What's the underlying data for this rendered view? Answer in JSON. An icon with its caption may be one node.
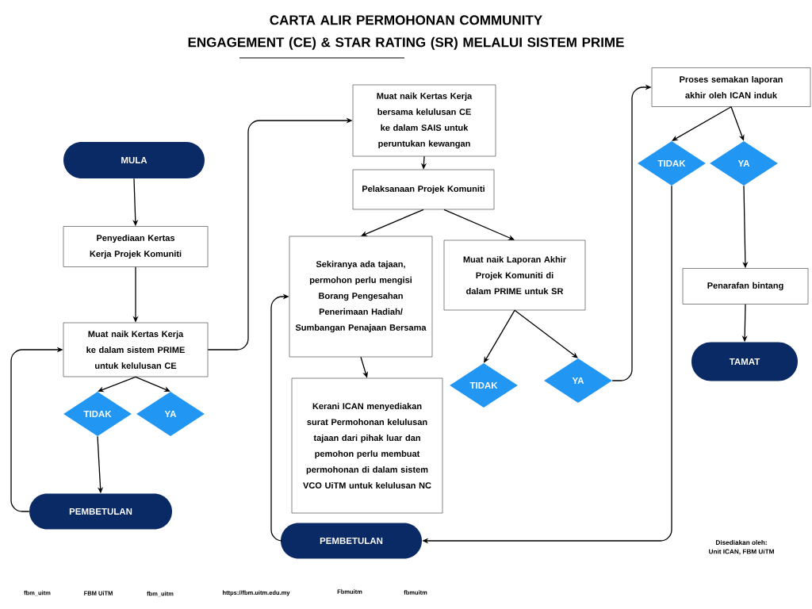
{
  "diagram": {
    "title": "CARTA ALIR PERMOHONAN COMMUNITY ENGAGEMENT (CE) & STAR RATING (SR) MELALUI SISTEM PRIME",
    "nodes": [
      {
        "text": [
          "MULA"
        ]
      },
      {
        "text": [
          "Penyediaan Kertas Kerja Projek Komuniti"
        ]
      },
      {
        "text": [
          "Muat naik Kertas Kerja ke dalam sistem PRIME untuk kelulusan CE"
        ]
      },
      {
        "text": [
          "TIDAK"
        ]
      },
      {
        "text": [
          "YA"
        ]
      },
      {
        "text": [
          "PEMBETULAN"
        ]
      },
      {
        "text": [
          "Muat naik Kertas Kerja bersama kelulusan CE ke dalam SAIS untuk peruntukan kewangan"
        ]
      },
      {
        "text": [
          "Pelaksanaan Projek Komuniti"
        ]
      },
      {
        "text": [
          "Sekiranya ada tajaan, permohon perlu mengisi Borang Pengesahan Penerimaan Hadiah/ Sumbangan Penajaan Bersama"
        ]
      },
      {
        "text": [
          "Muat naik Laporan Akhir Projek Komuniti di dalam PRIME untuk SR"
        ]
      },
      {
        "text": [
          "Kerani ICAN menyediakan surat Permohonan kelulusan tajaan dari pihak luar dan pemohon perlu membuat permohonan di dalam sistem VCO UiTM untuk kelulusan NC"
        ]
      },
      {
        "text": [
          "TIDAK"
        ]
      },
      {
        "text": [
          "YA"
        ]
      },
      {
        "text": [
          "PEMBETULAN"
        ]
      },
      {
        "text": [
          "Proses semakan laporan akhir oleh ICAN induk"
        ]
      },
      {
        "text": [
          "TIDAK"
        ]
      },
      {
        "text": [
          "YA"
        ]
      },
      {
        "text": [
          "Penarafan bintang"
        ]
      },
      {
        "text": [
          "TAMAT"
        ]
      }
    ],
    "edges": [
      {
        "from": 0,
        "to": 1,
        "arrow": "to"
      },
      {
        "from": 1,
        "to": 2,
        "arrow": "to"
      },
      {
        "from": 2,
        "to": 3,
        "arrow": "to"
      },
      {
        "from": 2,
        "to": 4,
        "arrow": "to"
      },
      {
        "from": 3,
        "to": 5,
        "arrow": "to"
      },
      {
        "from": 5,
        "to": 2,
        "arrow": "to"
      },
      {
        "from": 2,
        "to": 6,
        "arrow": "to"
      },
      {
        "from": 6,
        "to": 7,
        "arrow": "to"
      },
      {
        "from": 7,
        "to": 8,
        "arrow": "to"
      },
      {
        "from": 7,
        "to": 9,
        "arrow": "to"
      },
      {
        "from": 8,
        "to": 10,
        "arrow": "to"
      },
      {
        "from": 9,
        "to": 11,
        "arrow": "to"
      },
      {
        "from": 9,
        "to": 12,
        "arrow": "to"
      },
      {
        "from": 12,
        "to": 14,
        "arrow": "to"
      },
      {
        "from": 14,
        "to": 15,
        "arrow": "to"
      },
      {
        "from": 14,
        "to": 16,
        "arrow": "to"
      },
      {
        "from": 16,
        "to": 17,
        "arrow": "to"
      },
      {
        "from": 17,
        "to": 18,
        "arrow": "to"
      },
      {
        "from": 15,
        "to": 13,
        "arrow": "to"
      },
      {
        "from": 13,
        "to": 8,
        "arrow": "to"
      }
    ],
    "labels": [
      "Disediakan oleh:",
      "Unit ICAN, FBM UiTM",
      "fbm_uitm",
      "FBM UiTM",
      "fbm_uitm",
      "https://fbm.uitm.edu.my",
      "Fbmuitm",
      "fbmuitm"
    ]
  }
}
